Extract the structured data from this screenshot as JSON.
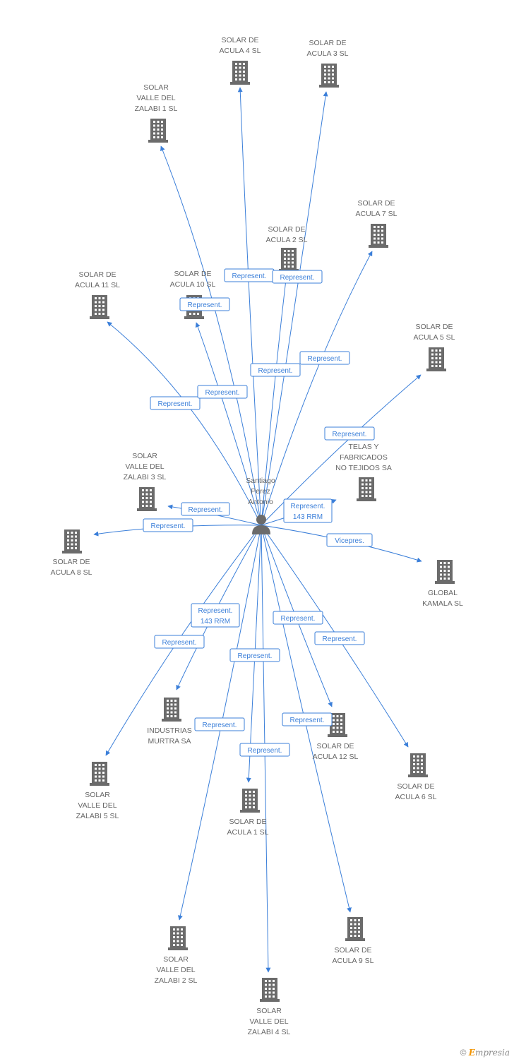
{
  "center": {
    "id": "santiago",
    "label": [
      "Santiago",
      "Perez",
      "Antonio"
    ]
  },
  "nodes": [
    {
      "id": "acula4",
      "label": [
        "SOLAR DE",
        "ACULA 4 SL"
      ]
    },
    {
      "id": "acula3",
      "label": [
        "SOLAR DE",
        "ACULA 3 SL"
      ]
    },
    {
      "id": "zalabi1",
      "label": [
        "SOLAR",
        "VALLE DEL",
        "ZALABI 1 SL"
      ]
    },
    {
      "id": "acula7",
      "label": [
        "SOLAR DE",
        "ACULA 7 SL"
      ]
    },
    {
      "id": "acula2",
      "label": [
        "SOLAR DE",
        "ACULA 2 SL"
      ]
    },
    {
      "id": "acula11",
      "label": [
        "SOLAR DE",
        "ACULA 11 SL"
      ]
    },
    {
      "id": "acula10",
      "label": [
        "SOLAR DE",
        "ACULA 10 SL"
      ]
    },
    {
      "id": "acula5",
      "label": [
        "SOLAR DE",
        "ACULA 5 SL"
      ]
    },
    {
      "id": "telas",
      "label": [
        "TELAS Y",
        "FABRICADOS",
        "NO TEJIDOS SA"
      ]
    },
    {
      "id": "zalabi3",
      "label": [
        "SOLAR",
        "VALLE DEL",
        "ZALABI 3 SL"
      ]
    },
    {
      "id": "acula8",
      "label": [
        "SOLAR DE",
        "ACULA 8 SL"
      ]
    },
    {
      "id": "global",
      "label": [
        "GLOBAL",
        "KAMALA SL"
      ]
    },
    {
      "id": "murtra",
      "label": [
        "INDUSTRIAS",
        "MURTRA SA"
      ]
    },
    {
      "id": "acula12",
      "label": [
        "SOLAR DE",
        "ACULA 12 SL"
      ]
    },
    {
      "id": "acula6",
      "label": [
        "SOLAR DE",
        "ACULA 6 SL"
      ]
    },
    {
      "id": "zalabi5",
      "label": [
        "SOLAR",
        "VALLE DEL",
        "ZALABI 5 SL"
      ]
    },
    {
      "id": "acula1",
      "label": [
        "SOLAR DE",
        "ACULA 1 SL"
      ]
    },
    {
      "id": "zalabi2",
      "label": [
        "SOLAR",
        "VALLE DEL",
        "ZALABI 2 SL"
      ]
    },
    {
      "id": "acula9",
      "label": [
        "SOLAR DE",
        "ACULA 9 SL"
      ]
    },
    {
      "id": "zalabi4",
      "label": [
        "SOLAR",
        "VALLE DEL",
        "ZALABI 4 SL"
      ]
    }
  ],
  "edges": [
    {
      "to": "acula4",
      "label": [
        "Represent."
      ]
    },
    {
      "to": "acula3",
      "label": [
        "Represent."
      ]
    },
    {
      "to": "zalabi1",
      "label": [
        "Represent."
      ]
    },
    {
      "to": "acula7",
      "label": [
        "Represent."
      ]
    },
    {
      "to": "acula2",
      "label": [
        "Represent."
      ]
    },
    {
      "to": "acula11",
      "label": [
        "Represent."
      ]
    },
    {
      "to": "acula10",
      "label": [
        "Represent."
      ]
    },
    {
      "to": "acula5",
      "label": [
        "Represent."
      ]
    },
    {
      "to": "telas",
      "label": [
        "Represent.",
        "143 RRM"
      ]
    },
    {
      "to": "zalabi3",
      "label": [
        "Represent."
      ]
    },
    {
      "to": "acula8",
      "label": [
        "Represent."
      ]
    },
    {
      "to": "global",
      "label": [
        "Vicepres."
      ]
    },
    {
      "to": "murtra",
      "label": [
        "Represent.",
        "143 RRM"
      ]
    },
    {
      "to": "acula12",
      "label": [
        "Represent."
      ]
    },
    {
      "to": "acula6",
      "label": [
        "Represent."
      ]
    },
    {
      "to": "zalabi5",
      "label": [
        "Represent."
      ]
    },
    {
      "to": "acula1",
      "label": [
        "Represent."
      ]
    },
    {
      "to": "zalabi2",
      "label": [
        "Represent."
      ]
    },
    {
      "to": "acula9",
      "label": [
        "Represent."
      ]
    },
    {
      "to": "zalabi4",
      "label": [
        "Represent."
      ]
    }
  ],
  "colors": {
    "edge": "#3b7fd9",
    "icon": "#6b6b6b",
    "label": "#666666"
  },
  "footer": {
    "copyright": "©",
    "brand_initial": "E",
    "brand_rest": "mpresia"
  }
}
